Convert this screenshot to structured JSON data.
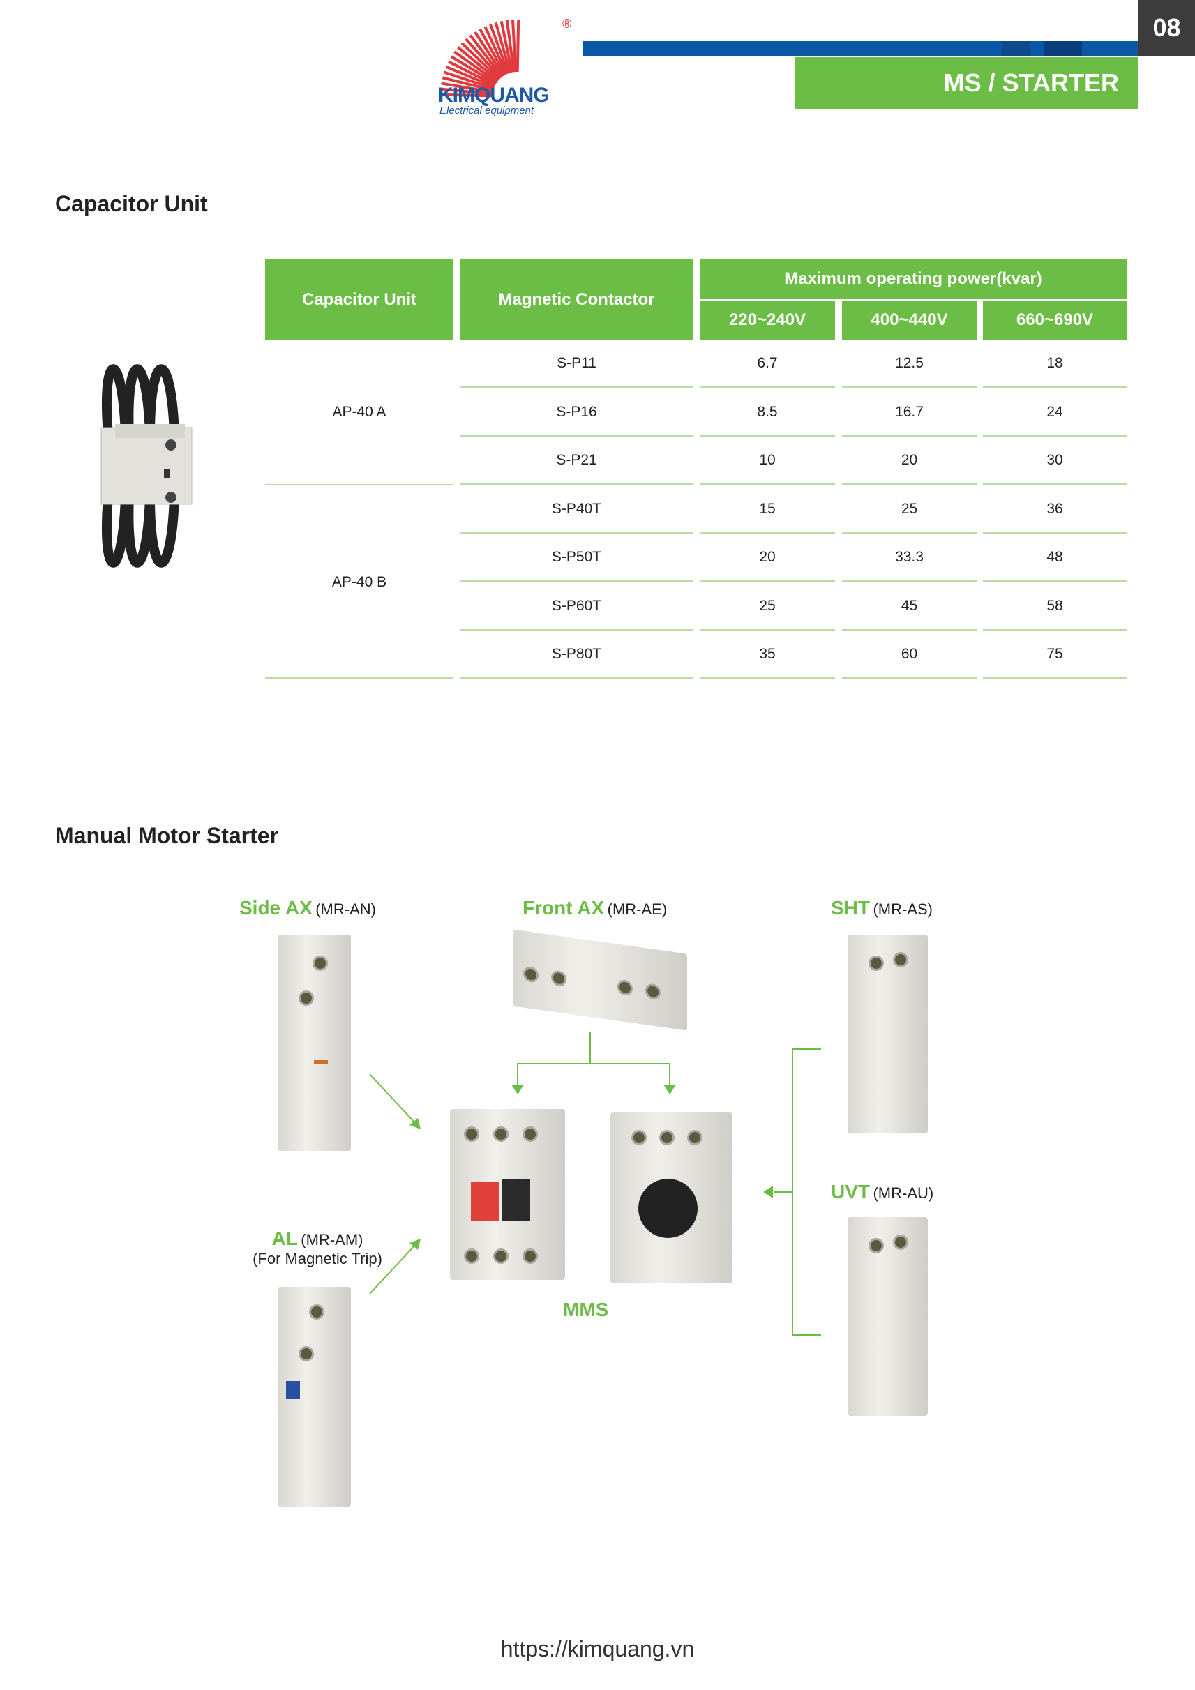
{
  "header": {
    "brand": "KIMQUANG",
    "tagline": "Electrical equipment",
    "registered": "®",
    "section": "MS / STARTER",
    "page_number": "08"
  },
  "capacitor": {
    "title": "Capacitor Unit",
    "headers": {
      "unit": "Capacitor Unit",
      "contactor": "Magnetic Contactor",
      "power": "Maximum operating power(kvar)",
      "v1": "220~240V",
      "v2": "400~440V",
      "v3": "660~690V"
    },
    "groups": [
      {
        "unit": "AP-40 A"
      },
      {
        "unit": "AP-40 B"
      }
    ],
    "rows": [
      {
        "contactor": "S-P11",
        "v1": "6.7",
        "v2": "12.5",
        "v3": "18"
      },
      {
        "contactor": "S-P16",
        "v1": "8.5",
        "v2": "16.7",
        "v3": "24"
      },
      {
        "contactor": "S-P21",
        "v1": "10",
        "v2": "20",
        "v3": "30"
      },
      {
        "contactor": "S-P40T",
        "v1": "15",
        "v2": "25",
        "v3": "36"
      },
      {
        "contactor": "S-P50T",
        "v1": "20",
        "v2": "33.3",
        "v3": "48"
      },
      {
        "contactor": "S-P60T",
        "v1": "25",
        "v2": "45",
        "v3": "58"
      },
      {
        "contactor": "S-P80T",
        "v1": "35",
        "v2": "60",
        "v3": "75"
      }
    ]
  },
  "mms": {
    "title": "Manual Motor Starter",
    "side_ax": {
      "name": "Side AX",
      "code": "(MR-AN)"
    },
    "front_ax": {
      "name": "Front AX",
      "code": "(MR-AE)"
    },
    "sht": {
      "name": "SHT",
      "code": "(MR-AS)"
    },
    "uvt": {
      "name": "UVT",
      "code": "(MR-AU)"
    },
    "al": {
      "name": "AL",
      "code": "(MR-AM)",
      "note": "(For Magnetic Trip)"
    },
    "center": "MMS"
  },
  "footer": {
    "url": "https://kimquang.vn"
  }
}
